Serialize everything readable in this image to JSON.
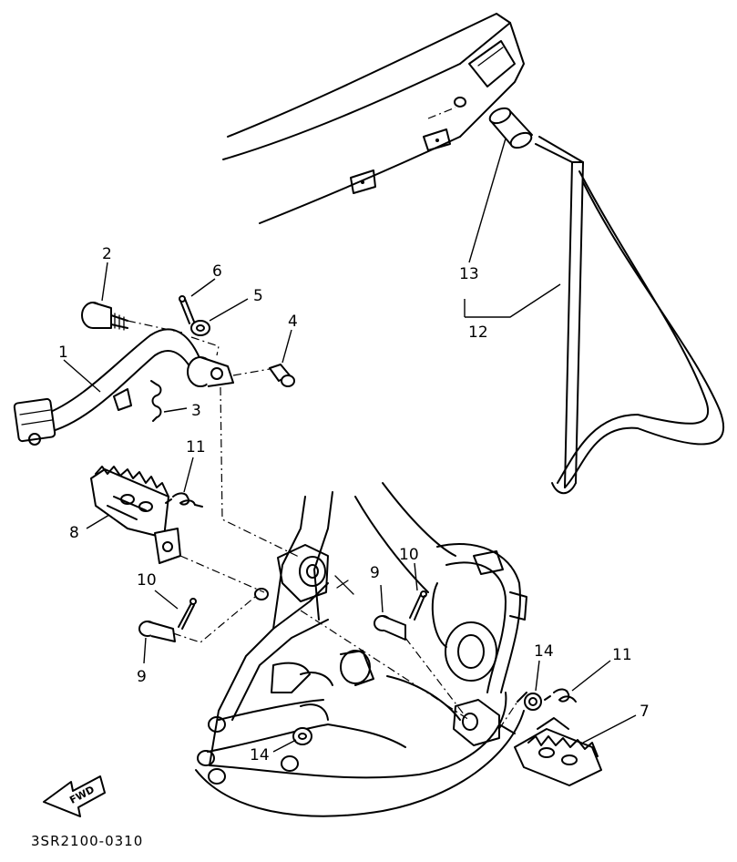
{
  "callouts": {
    "c1": "1",
    "c2": "2",
    "c3": "3",
    "c4": "4",
    "c5": "5",
    "c6": "6",
    "c7": "7",
    "c8": "8",
    "c9a": "9",
    "c9b": "9",
    "c10a": "10",
    "c10b": "10",
    "c11a": "11",
    "c11b": "11",
    "c12": "12",
    "c13": "13",
    "c14a": "14",
    "c14b": "14"
  },
  "direction_label": "FWD",
  "drawing_code": "3SR2100-0310"
}
